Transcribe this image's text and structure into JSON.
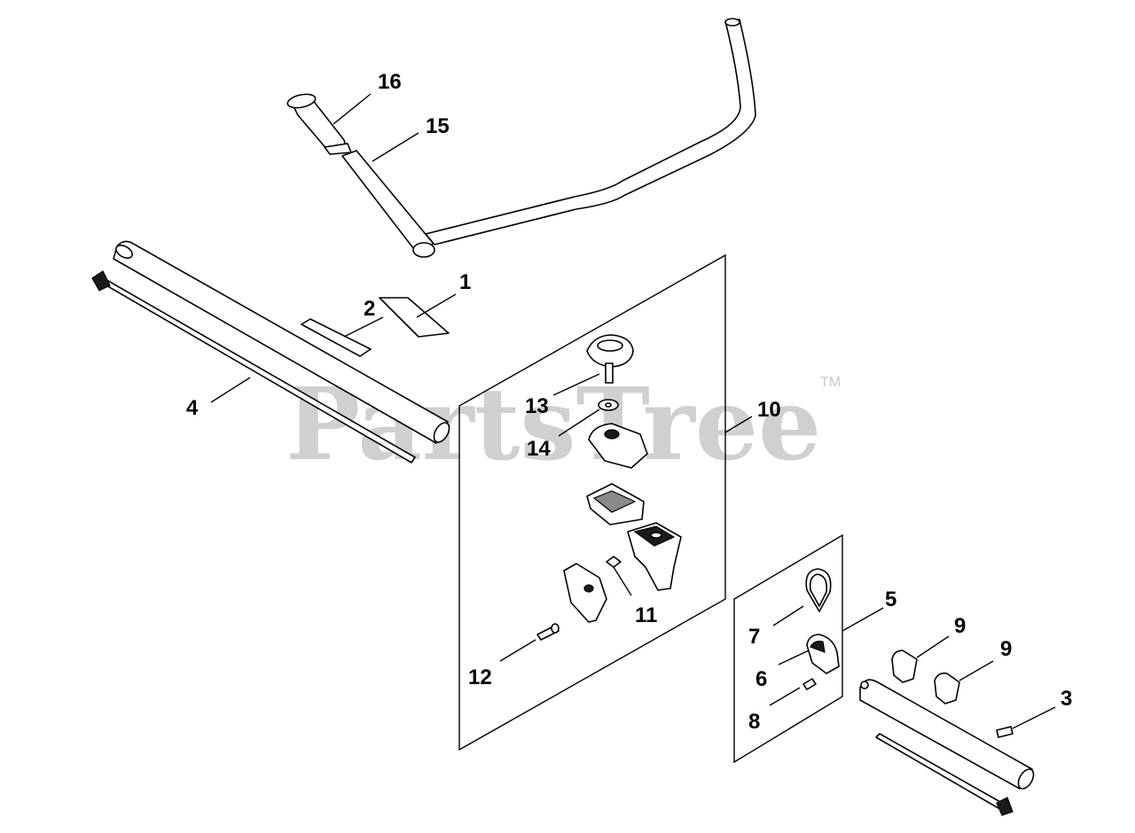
{
  "watermark": {
    "text": "PartsTree",
    "trademark": "TM"
  },
  "callouts": {
    "c1": "1",
    "c2": "2",
    "c3": "3",
    "c4": "4",
    "c5": "5",
    "c6": "6",
    "c7": "7",
    "c8": "8",
    "c9a": "9",
    "c9b": "9",
    "c10": "10",
    "c11": "11",
    "c12": "12",
    "c13": "13",
    "c14": "14",
    "c15": "15",
    "c16": "16"
  }
}
